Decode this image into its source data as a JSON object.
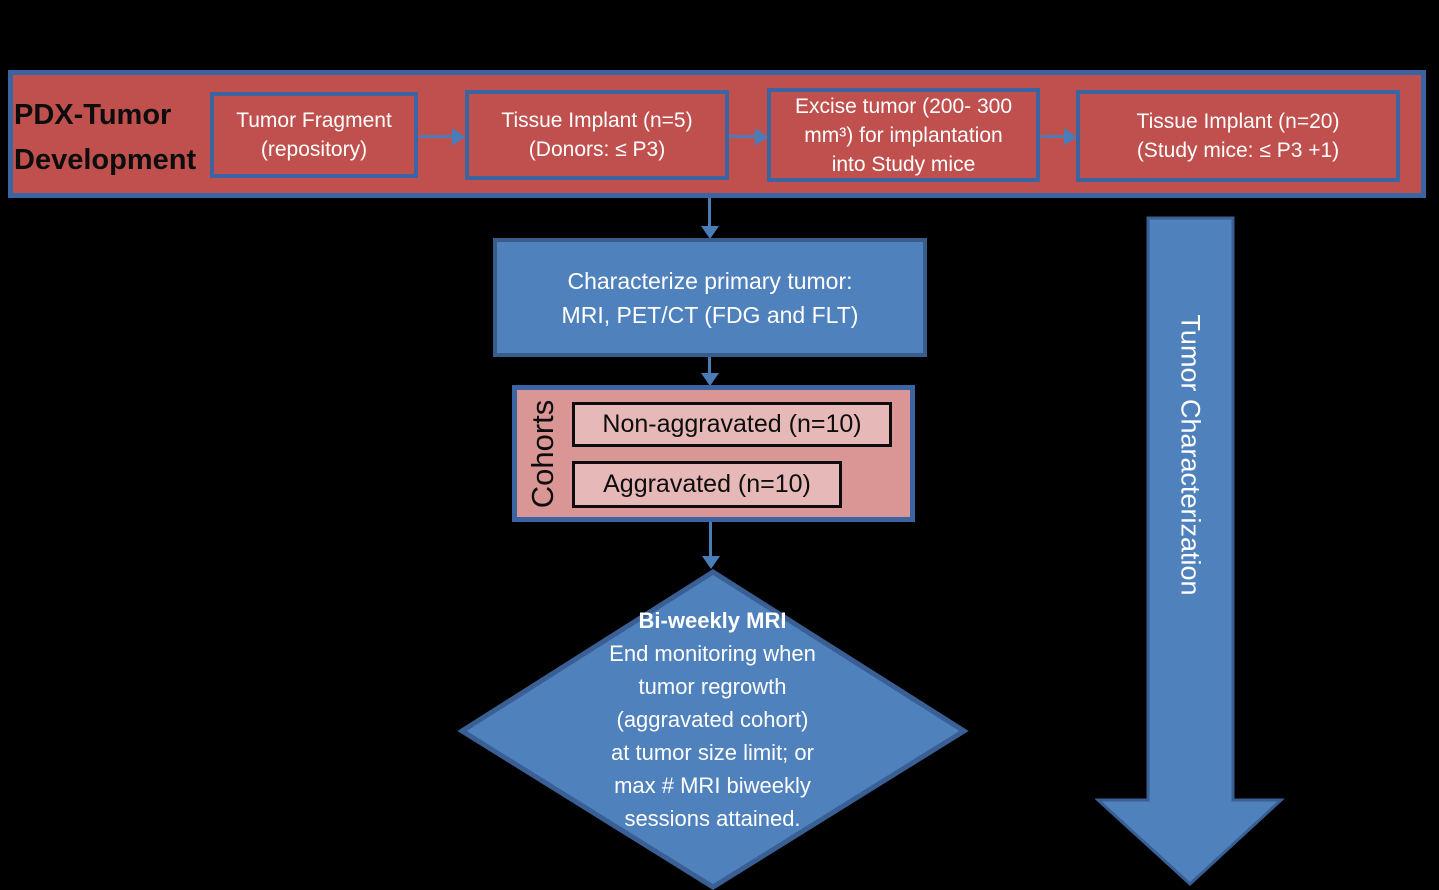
{
  "colors": {
    "background": "#000000",
    "banner_fill": "#C0504D",
    "banner_border": "#3B65A2",
    "blue_fill": "#4F81BD",
    "blue_border": "#385D8A",
    "arrow_blue": "#4A7CB8",
    "cohorts_fill": "#D99694",
    "cohort_item_fill": "#E6B9B8"
  },
  "banner": {
    "title_lines": [
      "PDX-Tumor",
      "Development"
    ],
    "boxes": [
      {
        "lines": [
          "Tumor Fragment",
          "(repository)"
        ]
      },
      {
        "lines": [
          "Tissue Implant (n=5)",
          "(Donors: ≤ P3)"
        ]
      },
      {
        "lines": [
          "Excise tumor (200- 300",
          "mm³) for implantation",
          "into Study mice"
        ]
      },
      {
        "lines": [
          "Tissue Implant (n=20)",
          "(Study mice: ≤ P3 +1)"
        ]
      }
    ]
  },
  "characterize_box": {
    "lines": [
      "Characterize primary tumor:",
      "MRI, PET/CT (FDG and FLT)"
    ]
  },
  "cohorts": {
    "label": "Cohorts",
    "items": [
      "Non-aggravated (n=10)",
      "Aggravated (n=10)"
    ]
  },
  "decision_diamond": {
    "title": "Bi-weekly MRI",
    "lines": [
      "End monitoring when",
      "tumor regrowth",
      "(aggravated cohort)",
      "at tumor size limit; or",
      "max # MRI biweekly",
      "sessions attained."
    ]
  },
  "side_arrow": {
    "label": "Tumor Characterization"
  }
}
